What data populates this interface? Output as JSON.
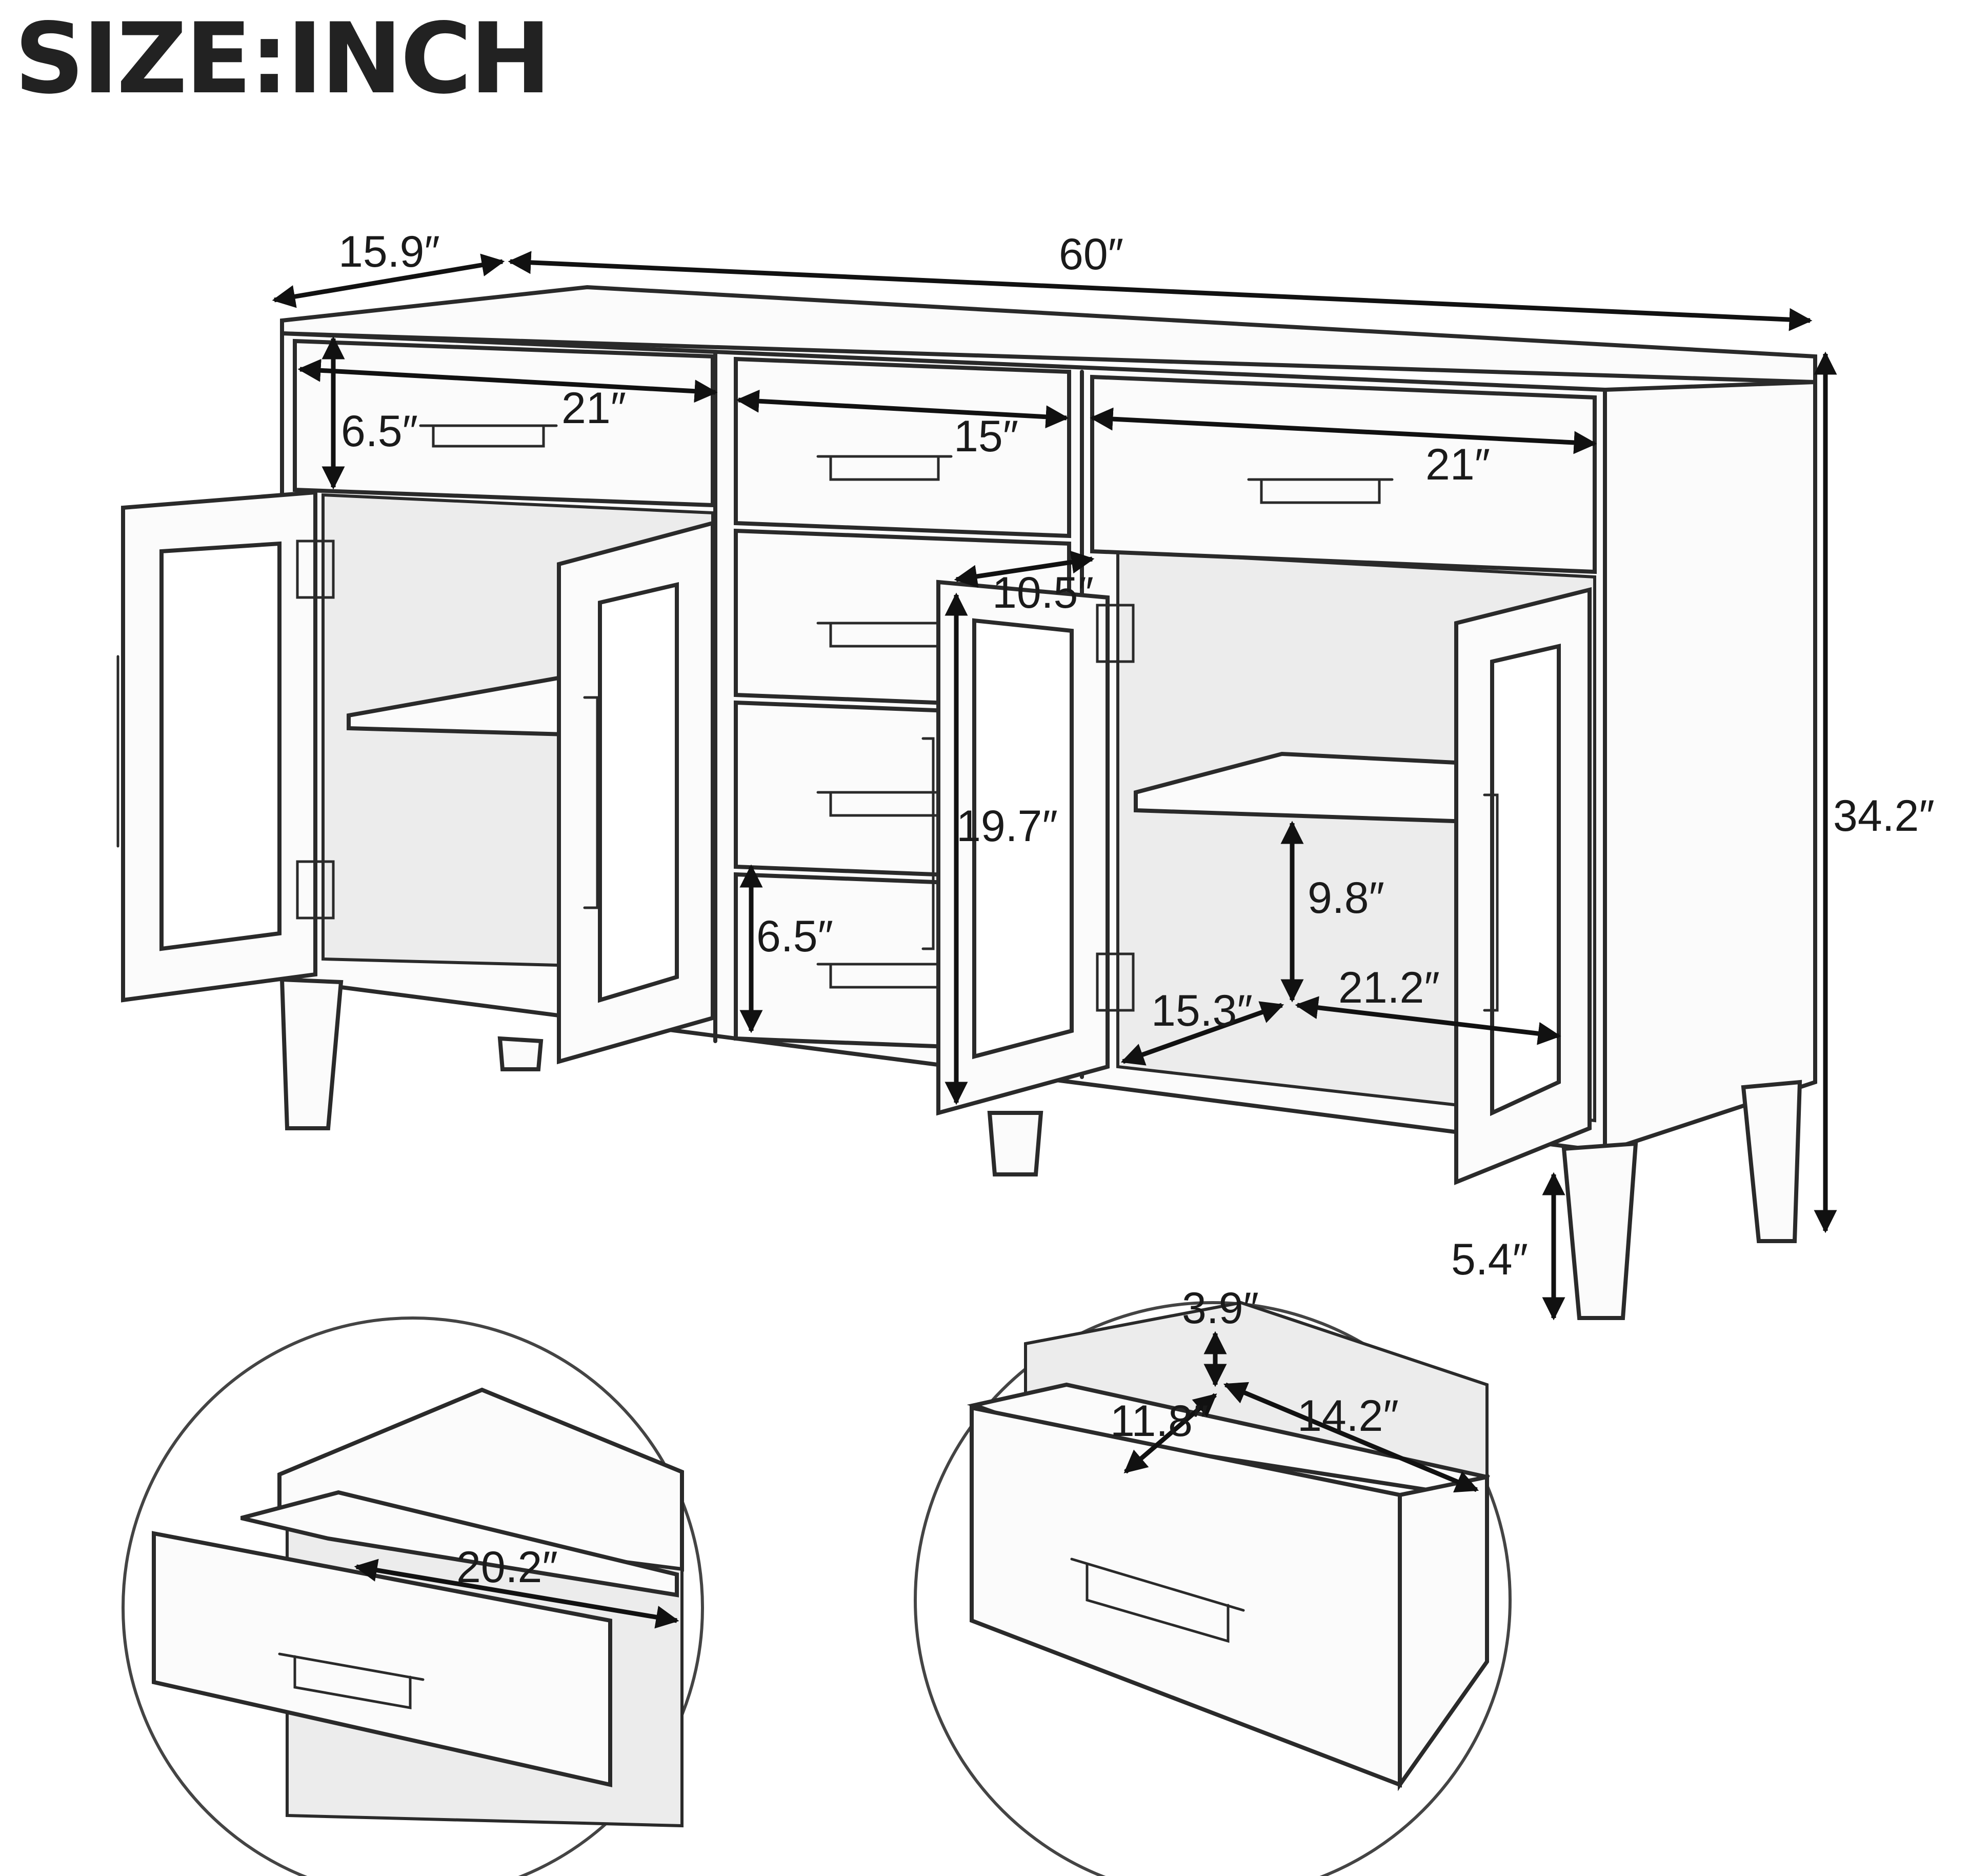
{
  "title": "SIZE:INCH",
  "dimensions": {
    "overall_depth": "15.9″",
    "overall_width": "60″",
    "overall_height": "34.2″",
    "leg_height": "5.4″",
    "left_drawer_width": "21″",
    "left_drawer_height": "6.5″",
    "center_drawer_width": "15″",
    "right_drawer_width": "21″",
    "door_width": "10.5″",
    "cabinet_height": "19.7″",
    "small_drawer_height": "6.5″",
    "shelf_height": "9.8″",
    "shelf_depth": "15.3″",
    "shelf_width": "21.2″",
    "inner_drawer_length": "20.2″",
    "inner_drawer_height": "3.9″",
    "inner_drawer_depth": "11.8″",
    "inner_drawer_width": "14.2″"
  }
}
